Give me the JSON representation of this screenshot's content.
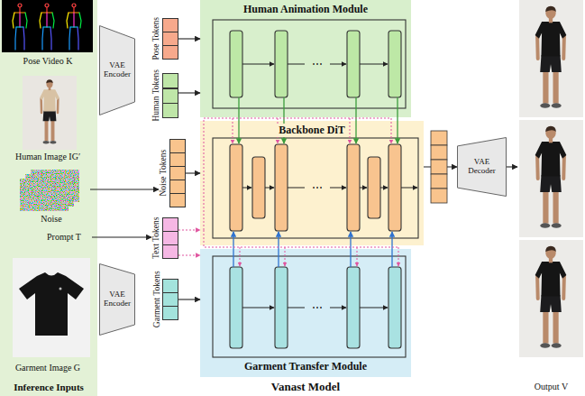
{
  "diagram": {
    "nodes": [
      {
        "text": [
          "Inference Inputs"
        ]
      },
      {
        "text": [
          "Pose Video K"
        ],
        "in": 0
      },
      {
        "text": [
          "Human Image IG′"
        ],
        "in": 0
      },
      {
        "text": [
          "Noise"
        ],
        "in": 0
      },
      {
        "text": [
          "Prompt T"
        ],
        "in": 0
      },
      {
        "text": [
          "Garment Image G"
        ],
        "in": 0
      },
      {
        "text": [
          "VAE Encoder"
        ]
      },
      {
        "text": [
          "VAE Encoder"
        ]
      },
      {
        "text": [
          "Pose Tokens"
        ]
      },
      {
        "text": [
          "Human Tokens"
        ]
      },
      {
        "text": [
          "Noise Tokens"
        ]
      },
      {
        "text": [
          "Text Tokens"
        ]
      },
      {
        "text": [
          "Garment Tokens"
        ]
      },
      {
        "text": [
          "Human Animation Module"
        ]
      },
      {
        "text": [
          "Backbone DiT"
        ]
      },
      {
        "text": [
          "Garment Transfer Module"
        ]
      },
      {
        "text": [
          "VAE Decoder"
        ]
      },
      {
        "text": [
          "Output V"
        ]
      }
    ],
    "edges": [
      {
        "from": 8,
        "to": 13,
        "arrow": "to"
      },
      {
        "from": 9,
        "to": 13,
        "arrow": "to"
      },
      {
        "from": 3,
        "to": 10,
        "arrow": "to"
      },
      {
        "from": 4,
        "to": 11,
        "arrow": "to"
      },
      {
        "from": 10,
        "to": 14,
        "arrow": "to"
      },
      {
        "from": 11,
        "to": 14,
        "arrow": "to"
      },
      {
        "from": 11,
        "to": 15,
        "arrow": "to"
      },
      {
        "from": 12,
        "to": 15,
        "arrow": "to"
      },
      {
        "from": 14,
        "to": 16,
        "arrow": "to"
      },
      {
        "from": 16,
        "to": 17,
        "arrow": "to"
      }
    ],
    "labels": [
      "⋯",
      "⋯",
      "⋯",
      "Vanast Model"
    ]
  }
}
